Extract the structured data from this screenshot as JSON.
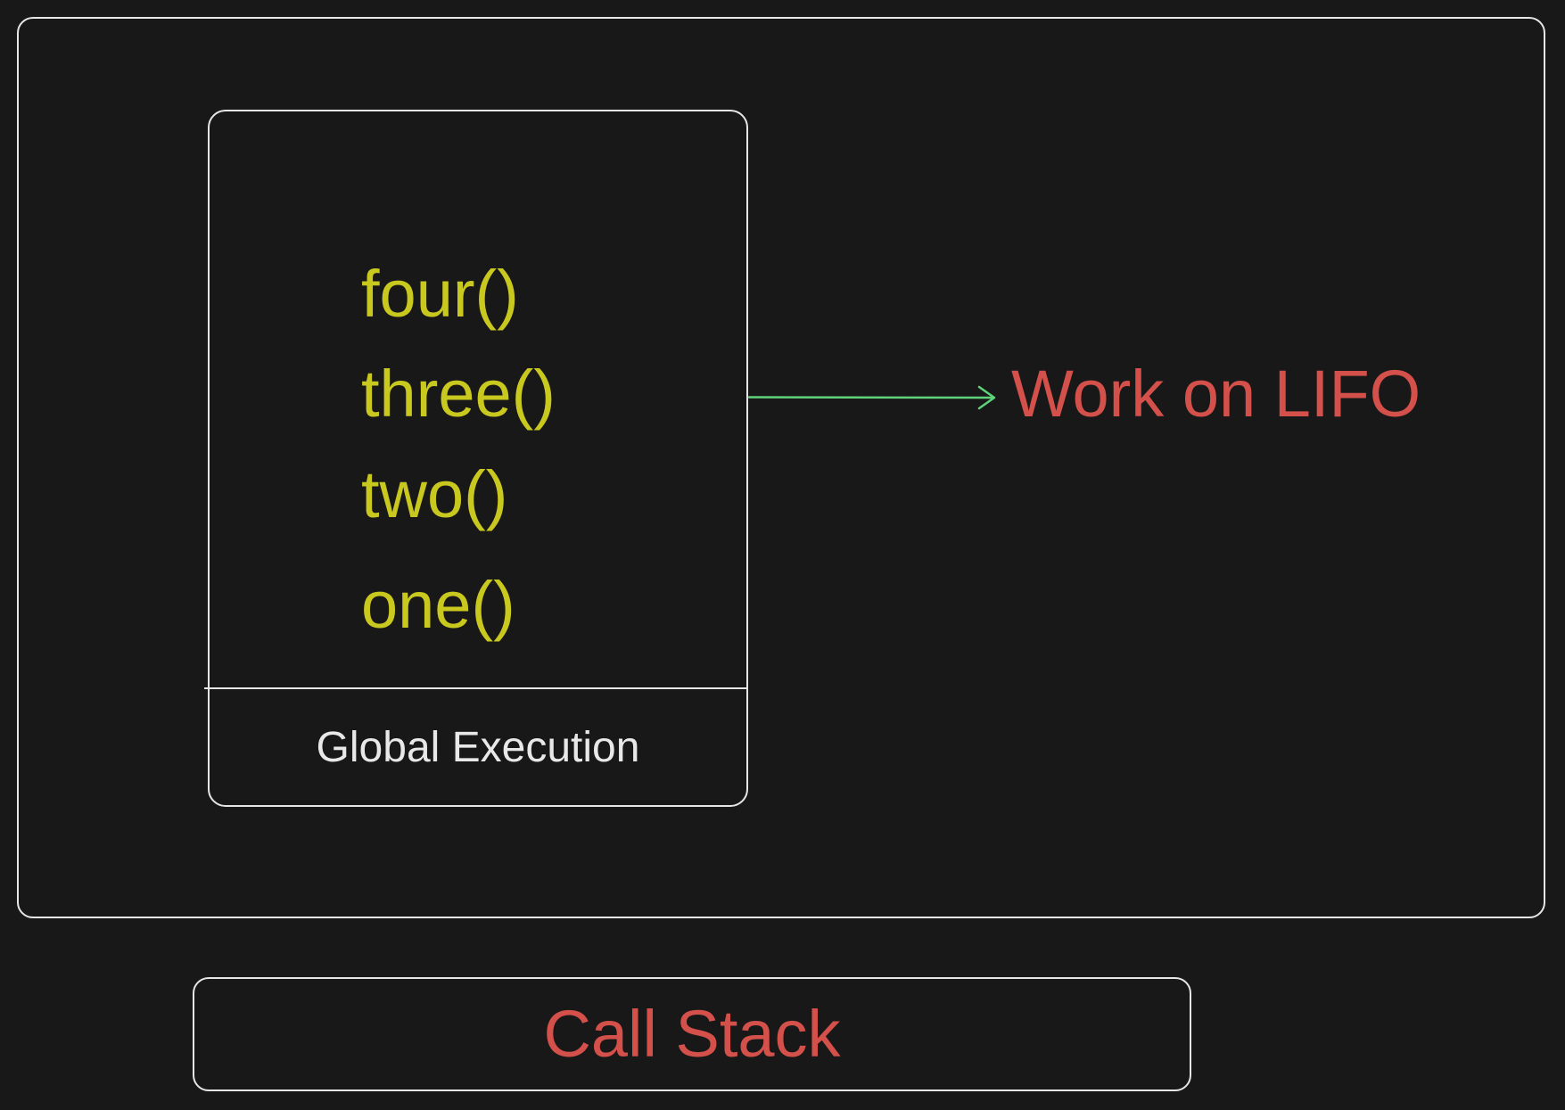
{
  "stack": {
    "frames": [
      "four()",
      "three()",
      "two()",
      "one()"
    ],
    "base_label": "Global Execution"
  },
  "annotation": {
    "label": "Work on LIFO"
  },
  "caption": {
    "label": "Call Stack"
  },
  "colors": {
    "background": "#181818",
    "stroke": "#e6e6e6",
    "function_text": "#c9c81f",
    "accent_red": "#d4504b",
    "arrow_green": "#5fd37a"
  }
}
